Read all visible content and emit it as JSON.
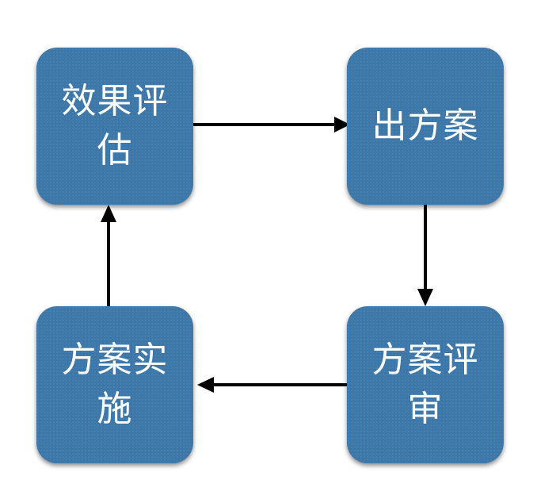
{
  "diagram": {
    "nodes": [
      {
        "id": "effect-evaluation",
        "label": "效果评估"
      },
      {
        "id": "produce-plan",
        "label": "出方案"
      },
      {
        "id": "plan-review",
        "label": "方案评审"
      },
      {
        "id": "plan-implementation",
        "label": "方案实施"
      }
    ],
    "edges": [
      {
        "from": "effect-evaluation",
        "to": "produce-plan"
      },
      {
        "from": "produce-plan",
        "to": "plan-review"
      },
      {
        "from": "plan-review",
        "to": "plan-implementation"
      },
      {
        "from": "plan-implementation",
        "to": "effect-evaluation"
      }
    ],
    "colors": {
      "node_fill": "#3d78ab",
      "node_text": "#ffffff",
      "arrow": "#000000"
    }
  }
}
